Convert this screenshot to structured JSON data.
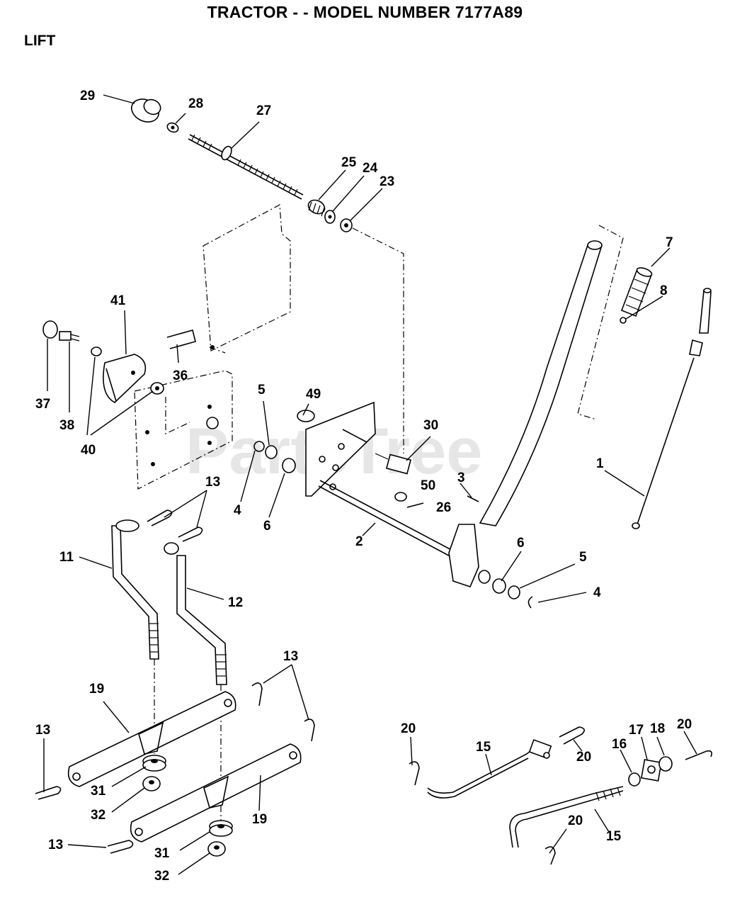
{
  "title": "TRACTOR - - MODEL NUMBER 7177A89",
  "section": "LIFT",
  "watermark": "PartsTree",
  "watermark_mark": "™",
  "callouts": {
    "p1": "1",
    "p2": "2",
    "p3": "3",
    "p4a": "4",
    "p4b": "4",
    "p5a": "5",
    "p5b": "5",
    "p6a": "6",
    "p6b": "6",
    "p7": "7",
    "p8": "8",
    "p11": "11",
    "p12": "12",
    "p13a": "13",
    "p13b": "13",
    "p13c": "13",
    "p13d": "13",
    "p15a": "15",
    "p15b": "15",
    "p16": "16",
    "p17": "17",
    "p18": "18",
    "p19a": "19",
    "p19b": "19",
    "p20a": "20",
    "p20b": "20",
    "p20c": "20",
    "p20d": "20",
    "p23": "23",
    "p24": "24",
    "p25": "25",
    "p26": "26",
    "p27": "27",
    "p28": "28",
    "p29": "29",
    "p30": "30",
    "p31a": "31",
    "p31b": "31",
    "p32a": "32",
    "p32b": "32",
    "p36": "36",
    "p37": "37",
    "p38": "38",
    "p40": "40",
    "p41": "41",
    "p49": "49",
    "p50": "50"
  }
}
